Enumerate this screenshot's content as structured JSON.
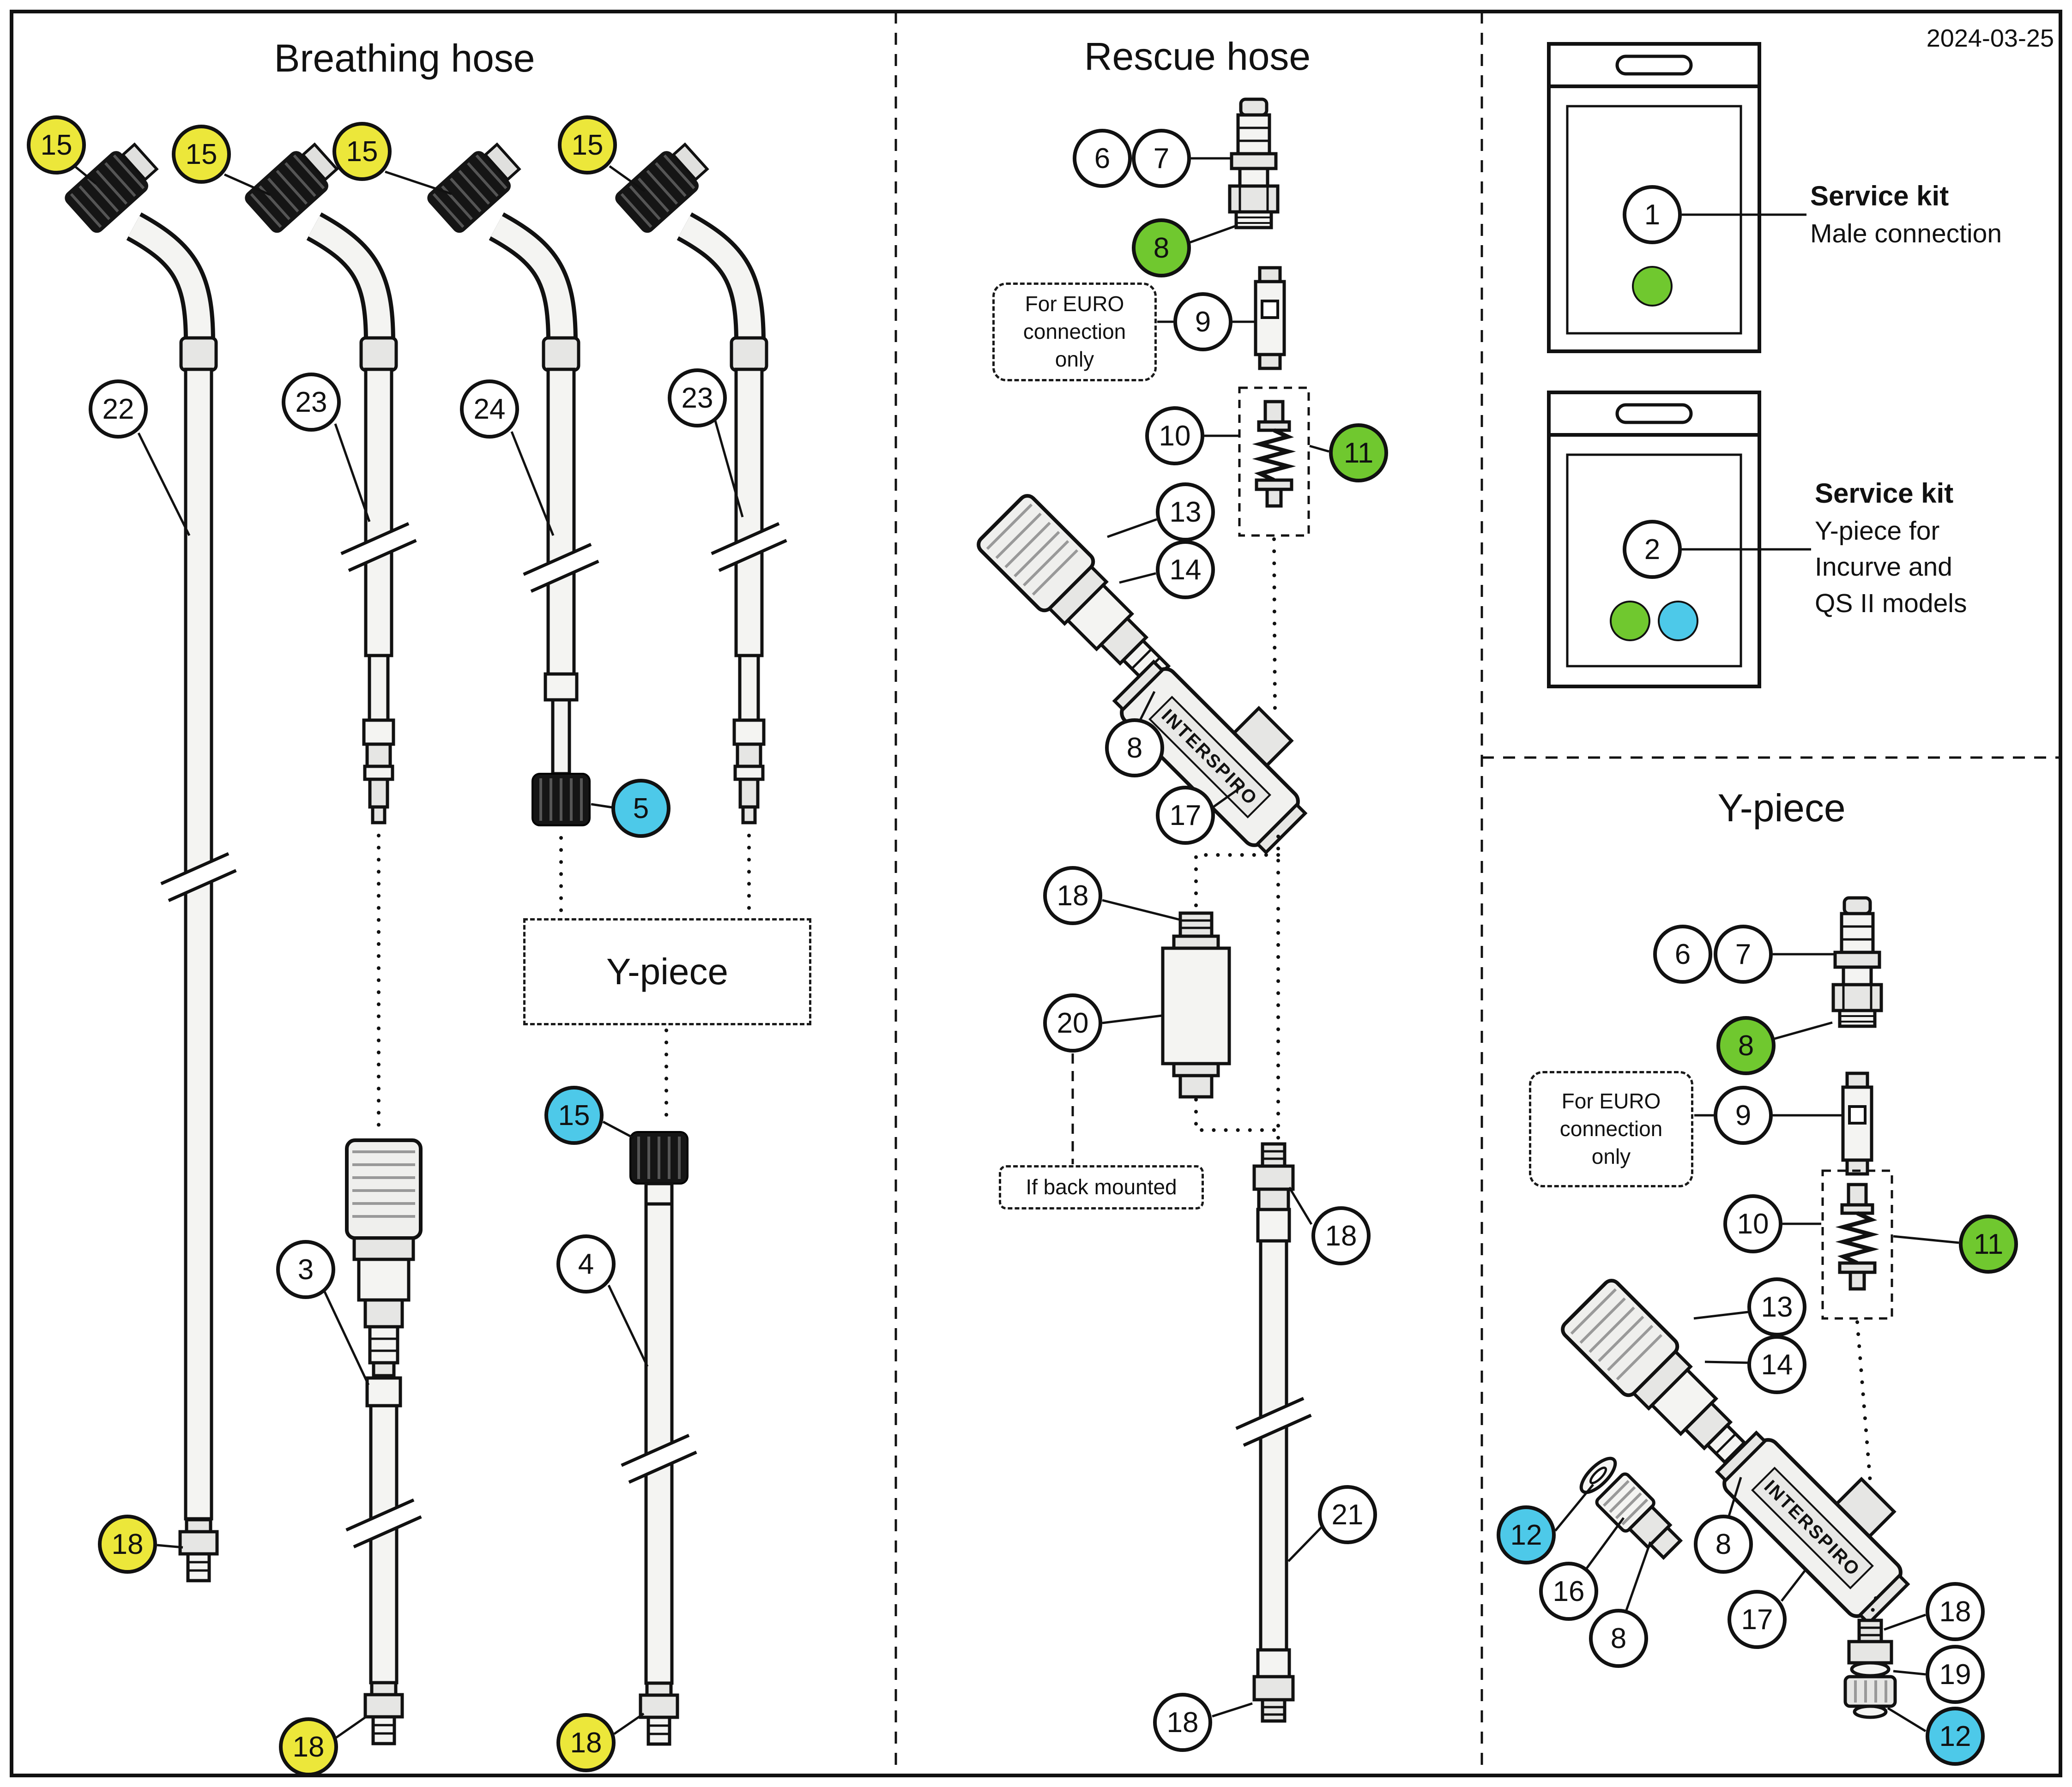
{
  "date": "2024-03-25",
  "colors": {
    "yellow": "#ece73a",
    "green": "#70c82f",
    "cyan": "#4dc9e9"
  },
  "panels": {
    "breathing": {
      "title": "Breathing hose",
      "ybox": "Y-piece",
      "callouts": [
        {
          "n": "15",
          "c": "yellow"
        },
        {
          "n": "15",
          "c": "yellow"
        },
        {
          "n": "15",
          "c": "yellow"
        },
        {
          "n": "15",
          "c": "yellow"
        },
        {
          "n": "22",
          "c": "white"
        },
        {
          "n": "23",
          "c": "white"
        },
        {
          "n": "24",
          "c": "white"
        },
        {
          "n": "23",
          "c": "white"
        },
        {
          "n": "5",
          "c": "cyan"
        },
        {
          "n": "3",
          "c": "white"
        },
        {
          "n": "15",
          "c": "cyan"
        },
        {
          "n": "4",
          "c": "white"
        },
        {
          "n": "18",
          "c": "yellow"
        },
        {
          "n": "18",
          "c": "yellow"
        },
        {
          "n": "18",
          "c": "yellow"
        }
      ]
    },
    "rescue": {
      "title": "Rescue hose",
      "euro": [
        "For EURO",
        "connection",
        "only"
      ],
      "back_note": "If back mounted",
      "brand": "INTERSPIRO",
      "callouts": [
        {
          "n": "6",
          "c": "white"
        },
        {
          "n": "7",
          "c": "white"
        },
        {
          "n": "8",
          "c": "green"
        },
        {
          "n": "9",
          "c": "white"
        },
        {
          "n": "10",
          "c": "white"
        },
        {
          "n": "11",
          "c": "green"
        },
        {
          "n": "13",
          "c": "white"
        },
        {
          "n": "14",
          "c": "white"
        },
        {
          "n": "8",
          "c": "white"
        },
        {
          "n": "17",
          "c": "white"
        },
        {
          "n": "18",
          "c": "white"
        },
        {
          "n": "20",
          "c": "white"
        },
        {
          "n": "18",
          "c": "white"
        },
        {
          "n": "21",
          "c": "white"
        },
        {
          "n": "18",
          "c": "white"
        }
      ]
    },
    "kits": {
      "kit1": {
        "num": "1",
        "title": "Service kit",
        "lines": [
          "Male connection"
        ]
      },
      "kit2": {
        "num": "2",
        "title": "Service kit",
        "lines": [
          "Y-piece for",
          "Incurve and",
          "QS II models"
        ]
      }
    },
    "ypiece": {
      "title": "Y-piece",
      "euro": [
        "For EURO",
        "connection",
        "only"
      ],
      "brand": "INTERSPIRO",
      "callouts": [
        {
          "n": "6",
          "c": "white"
        },
        {
          "n": "7",
          "c": "white"
        },
        {
          "n": "8",
          "c": "green"
        },
        {
          "n": "9",
          "c": "white"
        },
        {
          "n": "10",
          "c": "white"
        },
        {
          "n": "11",
          "c": "green"
        },
        {
          "n": "13",
          "c": "white"
        },
        {
          "n": "14",
          "c": "white"
        },
        {
          "n": "12",
          "c": "cyan"
        },
        {
          "n": "16",
          "c": "white"
        },
        {
          "n": "8",
          "c": "white"
        },
        {
          "n": "8",
          "c": "white"
        },
        {
          "n": "17",
          "c": "white"
        },
        {
          "n": "18",
          "c": "white"
        },
        {
          "n": "19",
          "c": "white"
        },
        {
          "n": "12",
          "c": "cyan"
        }
      ]
    }
  }
}
